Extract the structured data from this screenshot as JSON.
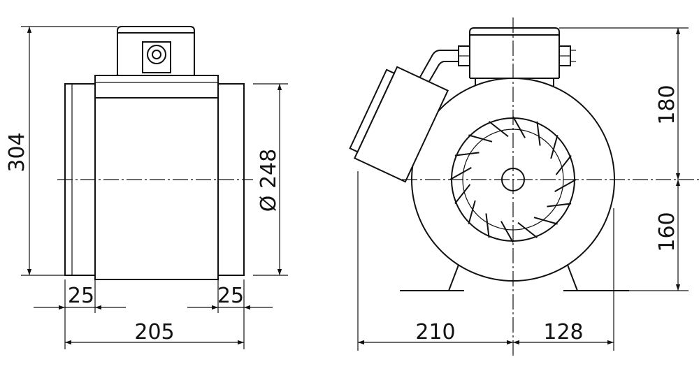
{
  "dimensions": {
    "left_height": "304",
    "left_diameter": "Ø 248",
    "left_flange_left": "25",
    "left_flange_right": "25",
    "left_total_length": "205",
    "right_motor_height": "180",
    "right_lower_height": "160",
    "right_width_left": "210",
    "right_width_right": "128"
  }
}
